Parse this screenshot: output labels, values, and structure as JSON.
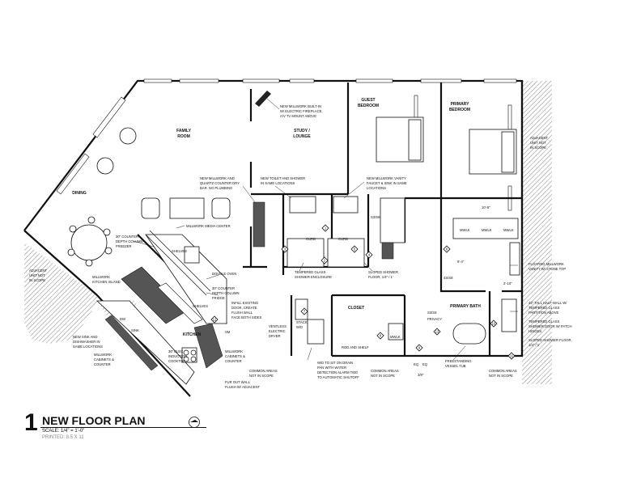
{
  "title": {
    "number": "1",
    "name": "NEW FLOOR PLAN",
    "scale": "SCALE: 1/4\" = 1'-0\"",
    "printed": "PRINTED: 8.5 X 11"
  },
  "rooms": {
    "family": [
      "FAMILY",
      "ROOM"
    ],
    "study": [
      "STUDY /",
      "LOUNGE"
    ],
    "guest": [
      "GUEST",
      "BEDROOM"
    ],
    "primary_bed": [
      "PRIMARY",
      "BEDROOM"
    ],
    "dining": "DINING",
    "kitchen": "KITCHEN",
    "closet": "CLOSET",
    "primary_bath": "PRIMARY BATH"
  },
  "notes": {
    "fireplace": [
      "NEW MILLWORK BUILT-IN",
      "W/ ELECTRIC FIREPLACE,",
      "A/V TV MOUNT ABOVE"
    ],
    "adjacent_right": [
      "ADJACENT",
      "UNIT NOT",
      "IN SCOPE"
    ],
    "adjacent_left": [
      "ADJACENT",
      "UNIT NOT",
      "IN SCOPE"
    ],
    "millwork_counter": [
      "NEW MILLWORK AND",
      "QUARTZ COUNTER DRY",
      "BAR. NO PLUMBING"
    ],
    "toilet_shower": [
      "NEW TOILET AND SHOWER",
      "IN SAME LOCATIONS"
    ],
    "vanity": [
      "NEW MILLWORK VANITY",
      "FAUCET & SINK IN SAME",
      "LOCATIONS"
    ],
    "media_center": "MILLWORK MEDIA CENTER",
    "freezer": [
      "30\" COUNTER",
      "DEPTH COLUMN",
      "FREEZER"
    ],
    "shelves_top": "SHELVES",
    "double_oven": "DOUBLE OVEN",
    "fridge": [
      "30\" COUNTER",
      "DEPTH COLUMN",
      "FRIDGE"
    ],
    "kitchen_island": [
      "MILLWORK",
      "KITCHEN ISLAND"
    ],
    "shelves_bottom": "SHELVES",
    "infill_door": [
      "INFILL EXISTING",
      "DOOR, CREATE",
      "FLUSH WALL",
      "FACE BOTH SIDES"
    ],
    "glass_enclosure": [
      "TEMPERED GLASS",
      "SHOWER ENCLOSURE"
    ],
    "sloped_floor_guest": [
      "SLOPED SHOWER",
      "FLOOR, 1/4\" / 1'"
    ],
    "floating_vanity": [
      "FLOATING MILLWORK",
      "VANITY W/ STONE TOP"
    ],
    "glass_half_wall": [
      "42\" TALL HALF-WALL W/",
      "TEMPERED GLASS",
      "PARTITION ABOVE"
    ],
    "glass_door": [
      "TEMPERED GLASS",
      "SHOWER DOOR W/ PATCH",
      "HINGES"
    ],
    "sloped_floor_primary": [
      "SLOPED SHOWER FLOOR,",
      "1/4\" / 1'"
    ],
    "sink_dw": [
      "NEW SINK AND",
      "DISHWASHER IN",
      "SAME LOCATIONS"
    ],
    "millwork_cabinets_left": [
      "MILLWORK",
      "CABINETS &",
      "COUNTER"
    ],
    "cooktop": [
      "36\" ELEC",
      "INDUCTION",
      "COOKTOP"
    ],
    "millwork_cabinets_right": [
      "MILLWORK",
      "CABINETS &",
      "COUNTER"
    ],
    "fur_out": [
      "FUR OUT WALL",
      "FLUSH W/ ADJACENT"
    ],
    "ventless_dryer": [
      "VENTLESS",
      "ELECTRIC",
      "DRYER"
    ],
    "stack_wd": [
      "STACK",
      "W/D"
    ],
    "drain_pan": [
      "W/D TO SIT ON DRAIN",
      "PAN WITH WATER",
      "DETECTION ALARM TIED",
      "TO AUTOMATIC SHUTOFF"
    ],
    "common_1": [
      "COMMON AREAS",
      "NOT IN SCOPE"
    ],
    "common_2": [
      "COMMON AREAS",
      "NOT IN SCOPE"
    ],
    "common_3": [
      "COMMON AREAS",
      "NOT IN SCOPE"
    ],
    "rod_shelf": "ROD AND SHELF",
    "freestanding_tub": [
      "FREESTANDING",
      "VESSEL TUB"
    ],
    "privacy": "PRIVACY",
    "mwlk_small": "MWLK"
  },
  "tags": {
    "curb_left": "CURB",
    "curb_right": "CURB",
    "sink": "SINK",
    "dw": "DW",
    "sm": "SM",
    "dim_top": "10'-8\"",
    "dim_side": "6'-4\"",
    "dim_width": "2'-10\"",
    "eq": "EQ",
    "bath_dim": "3/8\"",
    "mwlk": [
      "MWLK",
      "MWLK",
      "MWLK"
    ],
    "door_tags": [
      "S3/S8",
      "4S/S8",
      "S3/S8"
    ],
    "callouts": [
      "3",
      "1",
      "5",
      "2",
      "4",
      "6",
      "7",
      "8",
      "9",
      "10",
      "11",
      "12",
      "13"
    ]
  }
}
